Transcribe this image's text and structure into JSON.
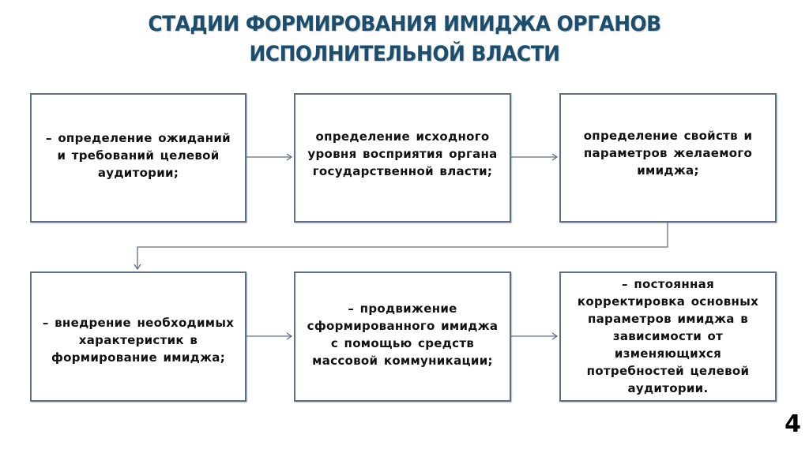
{
  "slide": {
    "title_lines": [
      "СТАДИИ ФОРМИРОВАНИЯ ИМИДЖА ОРГАНОВ",
      "ИСПОЛНИТЕЛЬНОЙ ВЛАСТИ"
    ],
    "page_number": "4"
  },
  "colors": {
    "title": "#1a4d6e",
    "box_border": "#5f6f86",
    "connector": "#5f6f86",
    "text": "#111111"
  },
  "stages": [
    {
      "text": "– определение ожиданий и требований целевой аудитории;"
    },
    {
      "text": "определение исходного уровня восприятия органа государственной власти;"
    },
    {
      "text": "определение свойств и параметров желаемого имиджа;"
    },
    {
      "text": "– внедрение необходимых характеристик в формирование имиджа;"
    },
    {
      "text": "– продвижение сформированного имиджа с помощью средств массовой коммуникации;"
    },
    {
      "text": "– постоянная корректировка основных параметров имиджа в зависимости от изменяющихся потребностей целевой аудитории."
    }
  ],
  "flow": [
    {
      "from": "stage-1",
      "to": "stage-2"
    },
    {
      "from": "stage-2",
      "to": "stage-3"
    },
    {
      "from": "stage-3",
      "to": "stage-4"
    },
    {
      "from": "stage-4",
      "to": "stage-5"
    },
    {
      "from": "stage-5",
      "to": "stage-6"
    }
  ]
}
